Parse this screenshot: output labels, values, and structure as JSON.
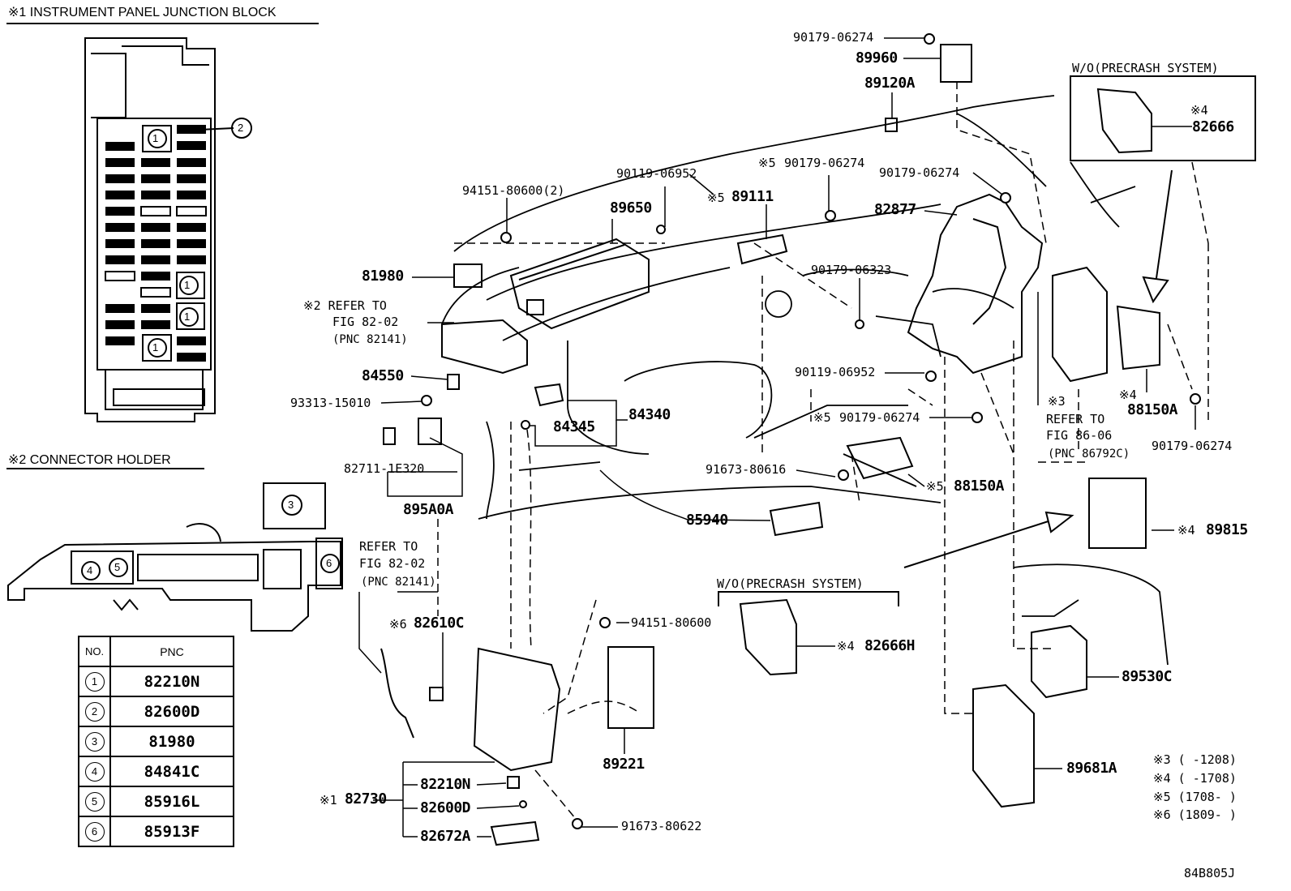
{
  "headers": {
    "junction_block": "※1 INSTRUMENT PANEL JUNCTION BLOCK",
    "connector_holder": "※2 CONNECTOR HOLDER"
  },
  "callout_numbers": {
    "n1": "1",
    "n2": "2",
    "n3": "3",
    "n4": "4",
    "n5": "5",
    "n6": "6"
  },
  "table": {
    "col_no": "NO.",
    "col_pnc": "PNC",
    "rows": [
      {
        "no": "1",
        "pnc": "82210N"
      },
      {
        "no": "2",
        "pnc": "82600D"
      },
      {
        "no": "3",
        "pnc": "81980"
      },
      {
        "no": "4",
        "pnc": "84841C"
      },
      {
        "no": "5",
        "pnc": "85916L"
      },
      {
        "no": "6",
        "pnc": "85913F"
      }
    ]
  },
  "labels": {
    "p_90179_06274_a": "90179-06274",
    "p_89960": "89960",
    "p_89120a": "89120A",
    "wo_precrash_1": "W/O(PRECRASH SYSTEM)",
    "n4_a": "※4",
    "p_82666": "82666",
    "n5_a": "※5",
    "p_90179_06274_b": "90179-06274",
    "p_90179_06274_c": "90179-06274",
    "p_90119_06952_a": "90119-06952",
    "p_94151_80600_2": "94151-80600(2)",
    "n5_b": "※5",
    "p_89111": "89111",
    "p_82877": "82877",
    "p_89650": "89650",
    "p_81980": "81980",
    "p_90179_06323": "90179-06323",
    "ref2_line1": "※2 REFER TO",
    "ref2_line2": "FIG 82-02",
    "ref2_line3": "(PNC 82141)",
    "p_84550": "84550",
    "p_90119_06952_b": "90119-06952",
    "p_93313_15010": "93313-15010",
    "p_84340": "84340",
    "p_84345": "84345",
    "n5_c": "※5",
    "p_90179_06274_d": "90179-06274",
    "n3": "※3",
    "ref3_line1": "REFER TO",
    "ref3_line2": "FIG 86-06",
    "ref3_line3": "(PNC 86792C)",
    "n4_b": "※4",
    "p_88150a_a": "88150A",
    "p_90179_06274_e": "90179-06274",
    "p_82711_1e320": "82711-1E320",
    "p_91673_80616": "91673-80616",
    "n5_d": "※5",
    "p_88150a_b": "88150A",
    "p_895a0a": "895A0A",
    "p_85940": "85940",
    "n4_c": "※4",
    "p_89815": "89815",
    "ref_line1": "REFER TO",
    "ref_line2": "FIG 82-02",
    "ref_line3": "(PNC 82141)",
    "wo_precrash_2": "W/O(PRECRASH SYSTEM)",
    "n6": "※6",
    "p_82610c": "82610C",
    "p_94151_80600": "94151-80600",
    "n4_d": "※4",
    "p_82666h": "82666H",
    "p_89530c": "89530C",
    "p_89221": "89221",
    "p_89681a": "89681A",
    "n1": "※1",
    "p_82730": "82730",
    "p_82210n": "82210N",
    "p_82600d": "82600D",
    "p_82672a": "82672A",
    "p_91673_80622": "91673-80622",
    "fn3": "※3 (      -1208)",
    "fn4": "※4 (      -1708)",
    "fn5": "※5 (1708-      )",
    "fn6": "※6 (1809-      )",
    "fig_code": "84B805J"
  }
}
